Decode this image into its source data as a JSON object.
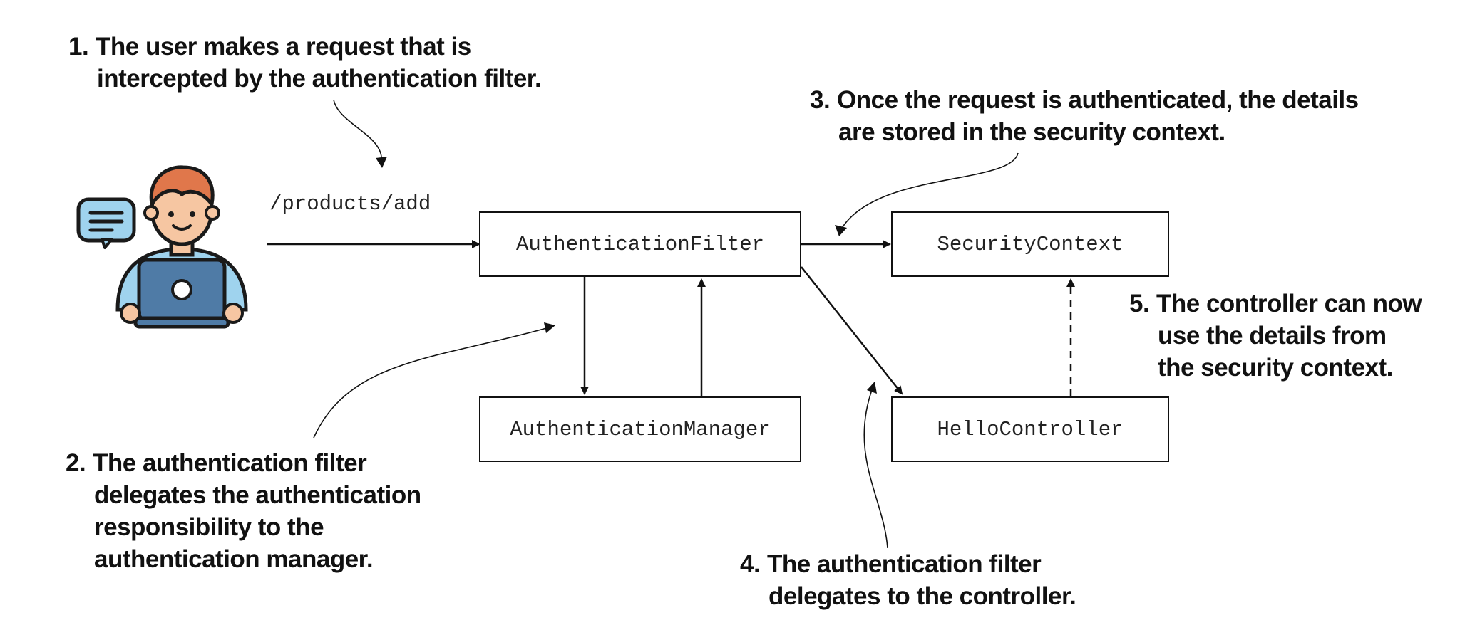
{
  "request_path": "/products/add",
  "components": {
    "filter": "AuthenticationFilter",
    "context": "SecurityContext",
    "manager": "AuthenticationManager",
    "controller": "HelloController"
  },
  "notes": [
    {
      "num": "1.",
      "lines": [
        "The user makes a request that is",
        "intercepted by the authentication filter."
      ]
    },
    {
      "num": "2.",
      "lines": [
        "The authentication filter",
        "delegates the authentication",
        "responsibility to the",
        "authentication manager."
      ]
    },
    {
      "num": "3.",
      "lines": [
        "Once the request is authenticated, the details",
        "are stored in the security context."
      ]
    },
    {
      "num": "4.",
      "lines": [
        "The authentication filter",
        "delegates to the controller."
      ]
    },
    {
      "num": "5.",
      "lines": [
        "The controller can now",
        "use the details from",
        "the security context."
      ]
    }
  ],
  "icons": {
    "user": "user-with-laptop-icon",
    "chat": "chat-bubble-icon"
  },
  "colors": {
    "skin": "#F6C6A2",
    "hair": "#E0774B",
    "shirt": "#9FD3EE",
    "laptop": "#4F7BA6",
    "chat": "#9FD3EE",
    "stroke": "#1a1a1a"
  }
}
